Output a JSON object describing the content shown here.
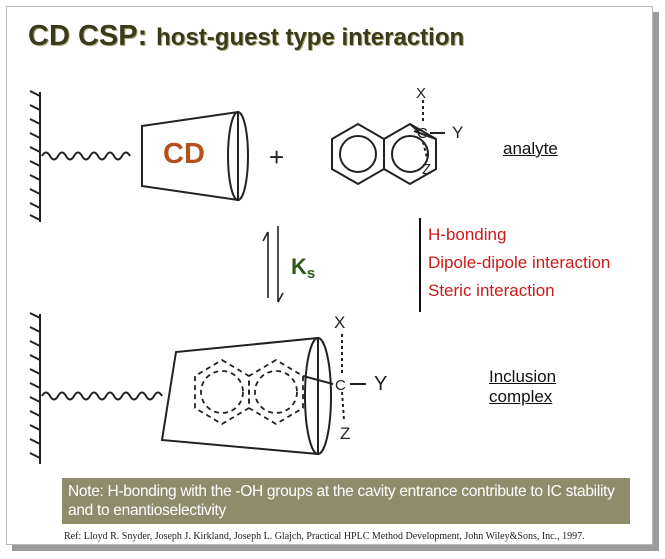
{
  "title": {
    "main": "CD CSP:",
    "sub": "host-guest type interaction"
  },
  "labels": {
    "cd": "CD",
    "plus": "+",
    "analyte": "analyte",
    "ks": "K",
    "ks_sub": "s",
    "inclusion_line1": "Inclusion",
    "inclusion_line2": "complex",
    "sub_x": "X",
    "sub_y": "Y",
    "sub_z": "Z",
    "sub_c": "C"
  },
  "interactions": [
    "H-bonding",
    "Dipole-dipole interaction",
    "Steric interaction"
  ],
  "note": "Note: H-bonding with the -OH groups at the cavity entrance contribute to IC stability and to enantioselectivity",
  "reference": "Ref: Lloyd R. Snyder, Joseph J. Kirkland, Joseph L. Glajch, Practical HPLC Method Development, John Wiley&Sons, Inc., 1997.",
  "colors": {
    "cd_label": "#b4501a",
    "ks": "#2e5a14",
    "interaction_text": "#cc1a1a",
    "note_bg": "#8f8c6c",
    "title": "#3a3a1c"
  }
}
